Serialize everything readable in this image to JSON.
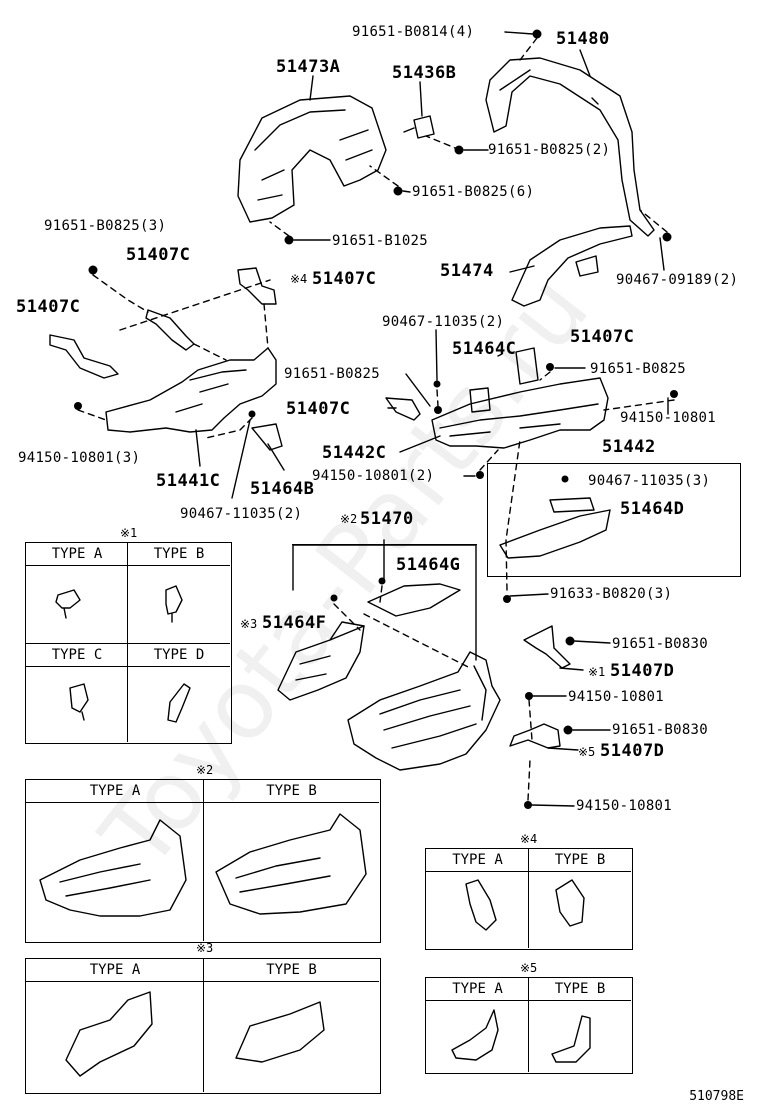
{
  "watermark": "Toyota-Parts.ru",
  "drawing_id": "510798E",
  "labels": {
    "p51480": "51480",
    "b0814": "91651-B0814(4)",
    "p51473A": "51473A",
    "p51436B": "51436B",
    "b0825_2": "91651-B0825(2)",
    "b0825_6": "91651-B0825(6)",
    "b0825_3": "91651-B0825(3)",
    "b1025": "91651-B1025",
    "p51407C_a": "51407C",
    "p51407C_b": "51407C",
    "p51407C_c": "51407C",
    "p51407C_d": "51407C",
    "p51407C_e": "51407C",
    "p51474": "51474",
    "n09189": "90467-09189(2)",
    "n11035_2a": "90467-11035(2)",
    "p51464C": "51464C",
    "b0825": "91651-B0825",
    "b0825b": "91651-B0825",
    "n10801": "94150-10801",
    "p51442C": "51442C",
    "p51442": "51442",
    "n10801_3": "94150-10801(3)",
    "n10801_2": "94150-10801(2)",
    "n11035_3": "90467-11035(3)",
    "p51441C": "51441C",
    "p51464B": "51464B",
    "p51464D": "51464D",
    "n11035_2b": "90467-11035(2)",
    "p51470": "51470",
    "p51464G": "51464G",
    "b0820": "91633-B0820(3)",
    "p51464F": "51464F",
    "b0830a": "91651-B0830",
    "p51407D_a": "51407D",
    "n10801b": "94150-10801",
    "b0830b": "91651-B0830",
    "p51407D_b": "51407D",
    "n10801c": "94150-10801"
  },
  "marks": {
    "m1": "※1",
    "m2": "※2",
    "m3": "※3",
    "m4": "※4",
    "m5": "※5"
  },
  "tables": {
    "t1": {
      "a": "TYPE A",
      "b": "TYPE B",
      "c": "TYPE C",
      "d": "TYPE D"
    },
    "t2": {
      "a": "TYPE A",
      "b": "TYPE B"
    },
    "t3": {
      "a": "TYPE A",
      "b": "TYPE B"
    },
    "t4": {
      "a": "TYPE A",
      "b": "TYPE B"
    },
    "t5": {
      "a": "TYPE A",
      "b": "TYPE B"
    }
  }
}
